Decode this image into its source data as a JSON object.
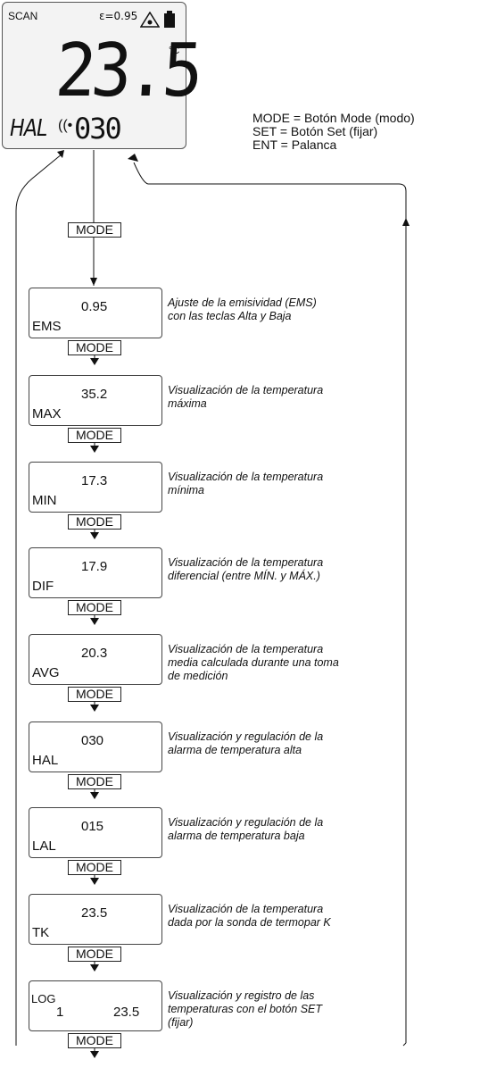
{
  "display": {
    "scan": "SCAN",
    "emissivity": "ε=0.95",
    "reading": "23.5",
    "unit": "°C",
    "alarm_label": "HAL",
    "alarm_value": "030"
  },
  "legend": [
    "MODE = Botón Mode (modo)",
    "SET = Botón Set (fijar)",
    "ENT = Palanca"
  ],
  "top_button": "MODE",
  "steps": [
    {
      "code": "EMS",
      "value": "0.95",
      "desc": [
        "Ajuste de la emisividad (EMS)",
        "con las teclas Alta y Baja"
      ],
      "button": "MODE"
    },
    {
      "code": "MAX",
      "value": "35.2",
      "desc": [
        "Visualización de la temperatura",
        "máxima"
      ],
      "button": "MODE"
    },
    {
      "code": "MIN",
      "value": "17.3",
      "desc": [
        "Visualización de la temperatura",
        "mínima"
      ],
      "button": "MODE"
    },
    {
      "code": "DIF",
      "value": "17.9",
      "desc": [
        "Visualización de la temperatura",
        "diferencial (entre MÍN. y MÁX.)"
      ],
      "button": "MODE"
    },
    {
      "code": "AVG",
      "value": "20.3",
      "desc": [
        "Visualización de la temperatura",
        "media calculada durante una toma",
        "de medición"
      ],
      "button": "MODE"
    },
    {
      "code": "HAL",
      "value": "030",
      "desc": [
        "Visualización y regulación de la",
        "alarma de temperatura alta"
      ],
      "button": "MODE"
    },
    {
      "code": "LAL",
      "value": "015",
      "desc": [
        "Visualización y regulación de la",
        "alarma de temperatura baja"
      ],
      "button": "MODE"
    },
    {
      "code": "TK",
      "value": "23.5",
      "desc": [
        "Visualización de la temperatura",
        "dada por la sonda de termopar K"
      ],
      "button": "MODE"
    },
    {
      "code": "LOG",
      "value": "1",
      "value2": "23.5",
      "desc": [
        "Visualización y registro de las",
        "temperaturas con el botón SET",
        "(fijar)"
      ],
      "button": "MODE"
    }
  ]
}
